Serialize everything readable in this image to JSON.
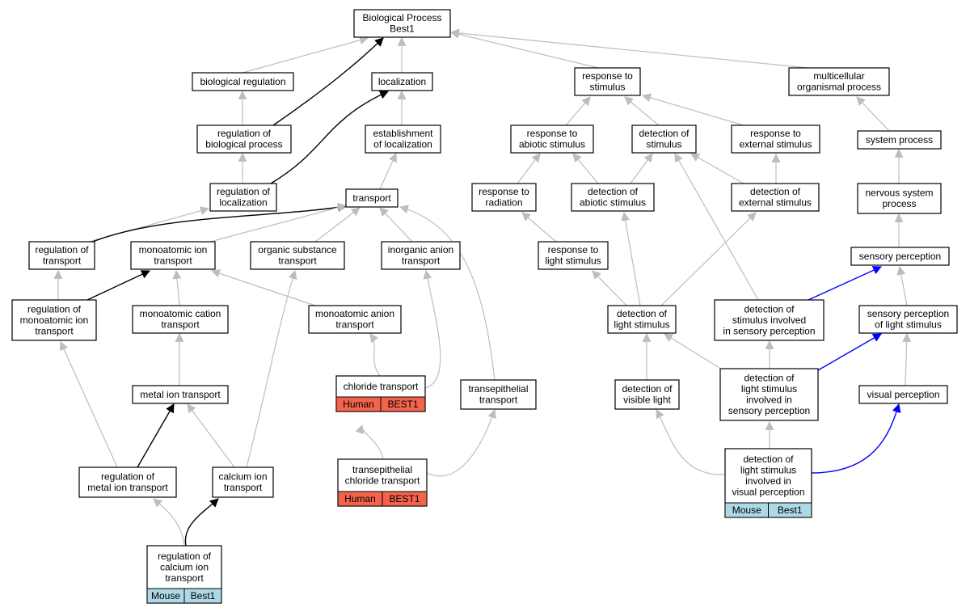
{
  "diagram": {
    "nodes": [
      {
        "id": "bp",
        "lines": [
          "Biological Process",
          "Best1"
        ]
      },
      {
        "id": "bioreg",
        "lines": [
          "biological regulation"
        ]
      },
      {
        "id": "loc",
        "lines": [
          "localization"
        ]
      },
      {
        "id": "resp",
        "lines": [
          "response to",
          "stimulus"
        ]
      },
      {
        "id": "multi",
        "lines": [
          "multicellular",
          "organismal process"
        ]
      },
      {
        "id": "regbio",
        "lines": [
          "regulation of",
          "biological process"
        ]
      },
      {
        "id": "estloc",
        "lines": [
          "establishment",
          "of localization"
        ]
      },
      {
        "id": "respab",
        "lines": [
          "response to",
          "abiotic stimulus"
        ]
      },
      {
        "id": "detstim",
        "lines": [
          "detection of",
          "stimulus"
        ]
      },
      {
        "id": "respext",
        "lines": [
          "response to",
          "external stimulus"
        ]
      },
      {
        "id": "sysproc",
        "lines": [
          "system process"
        ]
      },
      {
        "id": "regloc",
        "lines": [
          "regulation of",
          "localization"
        ]
      },
      {
        "id": "transport",
        "lines": [
          "transport"
        ]
      },
      {
        "id": "resprad",
        "lines": [
          "response to",
          "radiation"
        ]
      },
      {
        "id": "detab",
        "lines": [
          "detection of",
          "abiotic stimulus"
        ]
      },
      {
        "id": "detext",
        "lines": [
          "detection of",
          "external stimulus"
        ]
      },
      {
        "id": "nervous",
        "lines": [
          "nervous system",
          "process"
        ]
      },
      {
        "id": "regtrans",
        "lines": [
          "regulation of",
          "transport"
        ]
      },
      {
        "id": "monoion",
        "lines": [
          "monoatomic ion",
          "transport"
        ]
      },
      {
        "id": "orgsub",
        "lines": [
          "organic substance",
          "transport"
        ]
      },
      {
        "id": "inorg",
        "lines": [
          "inorganic anion",
          "transport"
        ]
      },
      {
        "id": "resplight",
        "lines": [
          "response to",
          "light stimulus"
        ]
      },
      {
        "id": "sensperc",
        "lines": [
          "sensory perception"
        ]
      },
      {
        "id": "regmonoion",
        "lines": [
          "regulation of",
          "monoatomic ion",
          "transport"
        ]
      },
      {
        "id": "monocat",
        "lines": [
          "monoatomic cation",
          "transport"
        ]
      },
      {
        "id": "monoan",
        "lines": [
          "monoatomic anion",
          "transport"
        ]
      },
      {
        "id": "detlight",
        "lines": [
          "detection of",
          "light stimulus"
        ]
      },
      {
        "id": "detsens",
        "lines": [
          "detection of",
          "stimulus involved",
          "in sensory perception"
        ]
      },
      {
        "id": "senslight",
        "lines": [
          "sensory perception",
          "of light stimulus"
        ]
      },
      {
        "id": "metal",
        "lines": [
          "metal ion transport"
        ]
      },
      {
        "id": "chloride",
        "lines": [
          "chloride transport"
        ],
        "tags": [
          "Human",
          "BEST1"
        ]
      },
      {
        "id": "transepi",
        "lines": [
          "transepithelial",
          "transport"
        ]
      },
      {
        "id": "detvis",
        "lines": [
          "detection of",
          "visible light"
        ]
      },
      {
        "id": "detlightsens",
        "lines": [
          "detection of",
          "light stimulus",
          "involved in",
          "sensory perception"
        ]
      },
      {
        "id": "visual",
        "lines": [
          "visual perception"
        ]
      },
      {
        "id": "regmetal",
        "lines": [
          "regulation of",
          "metal ion transport"
        ]
      },
      {
        "id": "calcium",
        "lines": [
          "calcium ion",
          "transport"
        ]
      },
      {
        "id": "transepichl",
        "lines": [
          "transepithelial",
          "chloride transport"
        ],
        "tags": [
          "Human",
          "BEST1"
        ]
      },
      {
        "id": "detlightvis",
        "lines": [
          "detection of",
          "light stimulus",
          "involved in",
          "visual perception"
        ],
        "tags": [
          "Mouse",
          "Best1"
        ]
      },
      {
        "id": "regcalc",
        "lines": [
          "regulation of",
          "calcium ion",
          "transport"
        ],
        "tags": [
          "Mouse",
          "Best1"
        ]
      }
    ],
    "edges": [
      {
        "from": "bioreg",
        "to": "bp",
        "type": "is_a"
      },
      {
        "from": "loc",
        "to": "bp",
        "type": "is_a"
      },
      {
        "from": "resp",
        "to": "bp",
        "type": "is_a"
      },
      {
        "from": "multi",
        "to": "bp",
        "type": "is_a"
      },
      {
        "from": "regbio",
        "to": "bp",
        "type": "regulates"
      },
      {
        "from": "regbio",
        "to": "bioreg",
        "type": "is_a"
      },
      {
        "from": "estloc",
        "to": "loc",
        "type": "is_a"
      },
      {
        "from": "regloc",
        "to": "loc",
        "type": "regulates"
      },
      {
        "from": "regloc",
        "to": "regbio",
        "type": "is_a"
      },
      {
        "from": "respab",
        "to": "resp",
        "type": "is_a"
      },
      {
        "from": "detstim",
        "to": "resp",
        "type": "is_a"
      },
      {
        "from": "respext",
        "to": "resp",
        "type": "is_a"
      },
      {
        "from": "sysproc",
        "to": "multi",
        "type": "is_a"
      },
      {
        "from": "transport",
        "to": "estloc",
        "type": "is_a"
      },
      {
        "from": "resprad",
        "to": "respab",
        "type": "is_a"
      },
      {
        "from": "detab",
        "to": "respab",
        "type": "is_a"
      },
      {
        "from": "detab",
        "to": "detstim",
        "type": "is_a"
      },
      {
        "from": "detext",
        "to": "detstim",
        "type": "is_a"
      },
      {
        "from": "detext",
        "to": "respext",
        "type": "is_a"
      },
      {
        "from": "nervous",
        "to": "sysproc",
        "type": "is_a"
      },
      {
        "from": "regtrans",
        "to": "regloc",
        "type": "is_a"
      },
      {
        "from": "regtrans",
        "to": "transport",
        "type": "regulates"
      },
      {
        "from": "monoion",
        "to": "transport",
        "type": "is_a"
      },
      {
        "from": "orgsub",
        "to": "transport",
        "type": "is_a"
      },
      {
        "from": "inorg",
        "to": "transport",
        "type": "is_a"
      },
      {
        "from": "transepi",
        "to": "transport",
        "type": "is_a"
      },
      {
        "from": "resplight",
        "to": "resprad",
        "type": "is_a"
      },
      {
        "from": "sensperc",
        "to": "nervous",
        "type": "is_a"
      },
      {
        "from": "regmonoion",
        "to": "regtrans",
        "type": "is_a"
      },
      {
        "from": "regmonoion",
        "to": "monoion",
        "type": "regulates"
      },
      {
        "from": "monocat",
        "to": "monoion",
        "type": "is_a"
      },
      {
        "from": "monoan",
        "to": "monoion",
        "type": "is_a"
      },
      {
        "from": "detlight",
        "to": "resplight",
        "type": "is_a"
      },
      {
        "from": "detlight",
        "to": "detab",
        "type": "is_a"
      },
      {
        "from": "detlight",
        "to": "detext",
        "type": "is_a"
      },
      {
        "from": "detsens",
        "to": "detstim",
        "type": "is_a"
      },
      {
        "from": "detsens",
        "to": "sensperc",
        "type": "part_of"
      },
      {
        "from": "senslight",
        "to": "sensperc",
        "type": "is_a"
      },
      {
        "from": "metal",
        "to": "monocat",
        "type": "is_a"
      },
      {
        "from": "chloride",
        "to": "monoan",
        "type": "is_a"
      },
      {
        "from": "chloride",
        "to": "inorg",
        "type": "is_a"
      },
      {
        "from": "detlightsens",
        "to": "detlight",
        "type": "is_a"
      },
      {
        "from": "detlightsens",
        "to": "detsens",
        "type": "is_a"
      },
      {
        "from": "detlightsens",
        "to": "senslight",
        "type": "part_of"
      },
      {
        "from": "visual",
        "to": "senslight",
        "type": "is_a"
      },
      {
        "from": "detvis",
        "to": "detlight",
        "type": "is_a"
      },
      {
        "from": "regmetal",
        "to": "regmonoion",
        "type": "is_a"
      },
      {
        "from": "regmetal",
        "to": "metal",
        "type": "regulates"
      },
      {
        "from": "calcium",
        "to": "metal",
        "type": "is_a"
      },
      {
        "from": "calcium",
        "to": "orgsub",
        "type": "is_a"
      },
      {
        "from": "transepichl",
        "to": "chloride",
        "type": "is_a"
      },
      {
        "from": "transepichl",
        "to": "transepi",
        "type": "is_a"
      },
      {
        "from": "detlightvis",
        "to": "detlightsens",
        "type": "is_a"
      },
      {
        "from": "detlightvis",
        "to": "detvis",
        "type": "is_a"
      },
      {
        "from": "detlightvis",
        "to": "visual",
        "type": "part_of"
      },
      {
        "from": "regcalc",
        "to": "regmetal",
        "type": "is_a"
      },
      {
        "from": "regcalc",
        "to": "calcium",
        "type": "regulates"
      }
    ],
    "edge_colors": {
      "is_a": "#bdbdbd",
      "regulates": "#000000",
      "part_of": "#0000ff"
    },
    "tag_colors": {
      "Human": "#f4634b",
      "Mouse": "#add8e6"
    }
  }
}
